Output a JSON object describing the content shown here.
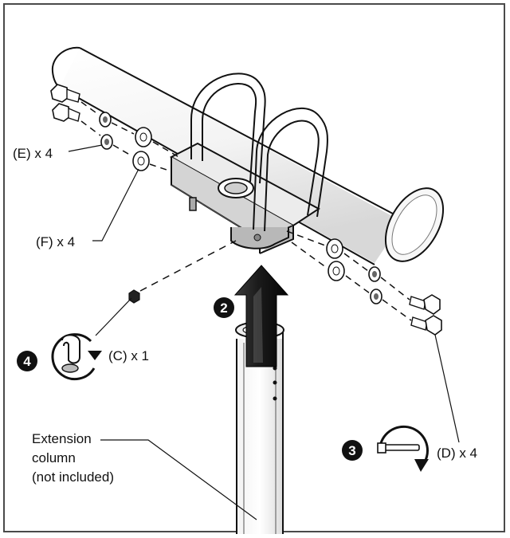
{
  "labels": {
    "washer_small": "(E) x 4",
    "washer_large": "(F) x 4",
    "nut": "(C) x 1",
    "bolt": "(D) x 4",
    "extension_line1": "Extension",
    "extension_line2": "column",
    "extension_line3": "(not included)"
  },
  "steps": {
    "two": "2",
    "three": "3",
    "four": "4"
  },
  "icons": {
    "tool_step4": "hex-key-turn-icon",
    "tool_step3": "wrench-turn-icon"
  },
  "colors": {
    "line": "#111111",
    "metal_light": "#e6e6e6",
    "metal_mid": "#bdbdbd",
    "metal_dark": "#6a6a6a"
  }
}
